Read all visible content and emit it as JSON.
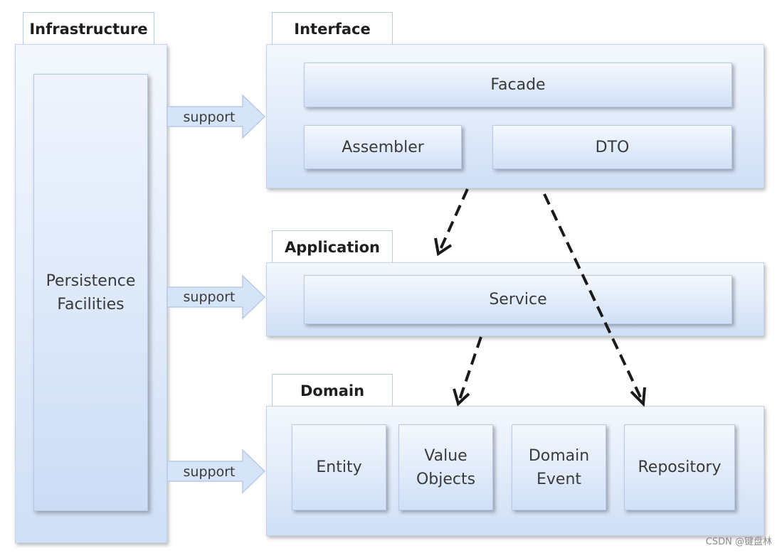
{
  "layers": {
    "infrastructure": {
      "title": "Infrastructure",
      "component": "Persistence\nFacilities"
    },
    "interface": {
      "title": "Interface",
      "components": {
        "facade": "Facade",
        "assembler": "Assembler",
        "dto": "DTO"
      }
    },
    "application": {
      "title": "Application",
      "components": {
        "service": "Service"
      }
    },
    "domain": {
      "title": "Domain",
      "components": {
        "entity": "Entity",
        "value_objects": "Value\nObjects",
        "domain_event": "Domain\nEvent",
        "repository": "Repository"
      }
    }
  },
  "support_arrows": [
    "support",
    "support",
    "support"
  ],
  "watermark": "CSDN @键盘林",
  "colors": {
    "box_fill": "#dbe7f9",
    "box_border": "#b7c9e6",
    "arrow_fill": "#cfdff6",
    "text": "#3a3a3a",
    "dash": "#1a1a1a"
  }
}
